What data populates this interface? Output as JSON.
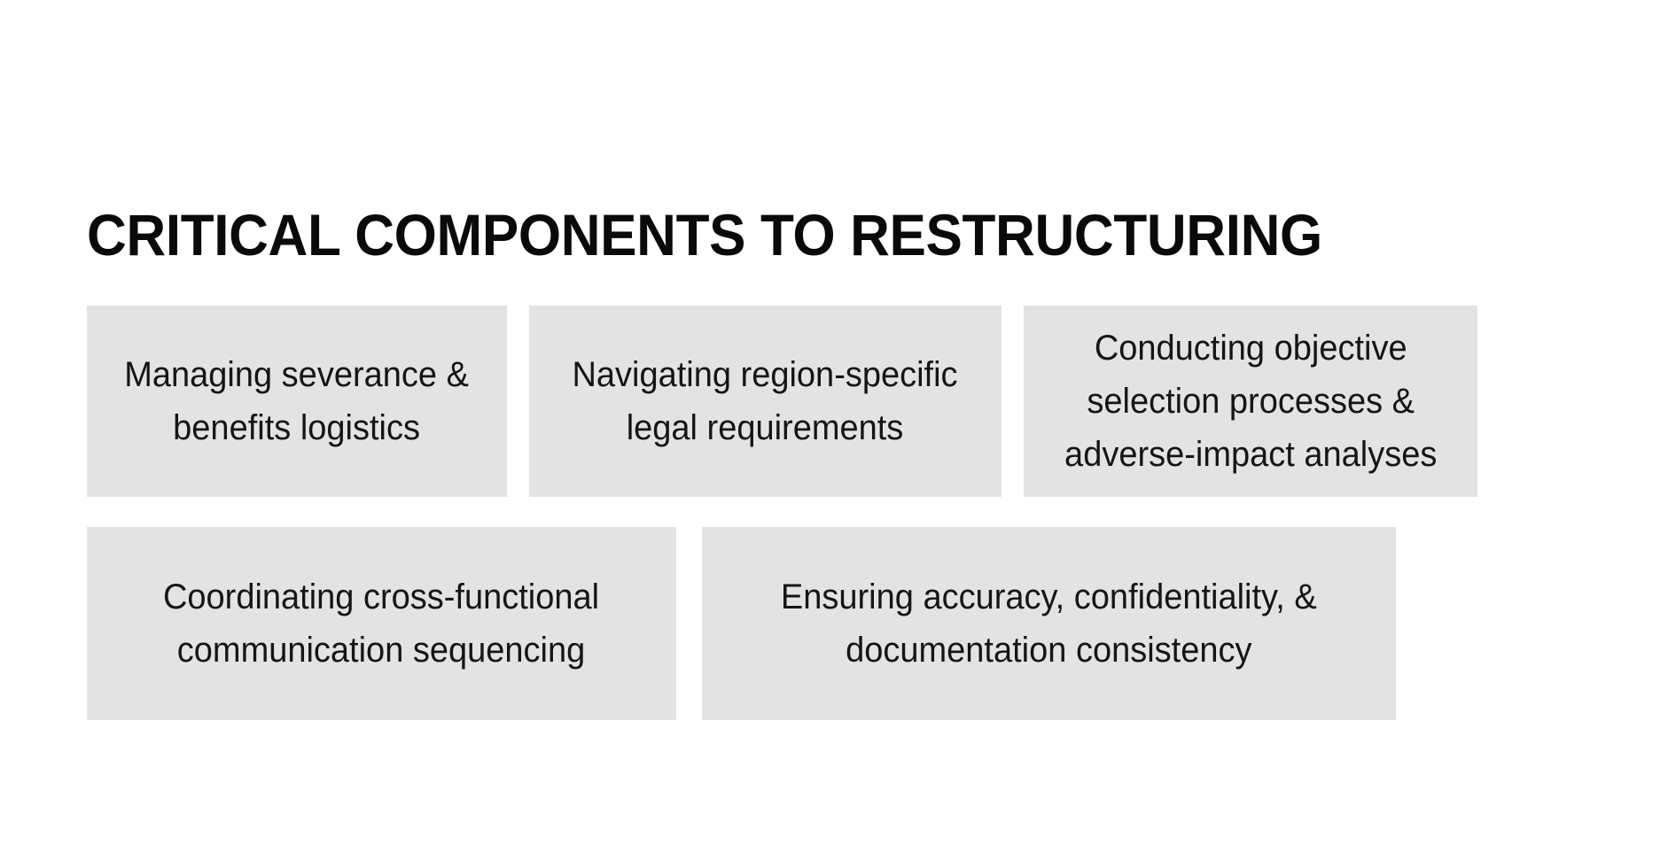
{
  "slide": {
    "background_color": "#ffffff",
    "title": "CRITICAL COMPONENTS TO RESTRUCTURING",
    "card_fill_color": "#e3e3e3",
    "text_color": "#151515",
    "title_color": "#0a0a0a"
  },
  "cards": [
    {
      "id": "managing-severance-benefits-logistics",
      "text": "Managing severance &\nbenefits logistics",
      "row": 1,
      "column": 1
    },
    {
      "id": "navigating-region-specific-legal-requirements",
      "text": "Navigating region-specific\nlegal requirements",
      "row": 1,
      "column": 2
    },
    {
      "id": "conducting-objective-selection-processes",
      "text": "Conducting objective\nselection processes &\nadverse-impact analyses",
      "row": 1,
      "column": 3
    },
    {
      "id": "coordinating-cross-functional-communication-sequencing",
      "text": "Coordinating cross-functional\ncommunication sequencing",
      "row": 2,
      "column": 1
    },
    {
      "id": "ensuring-accuracy-confidentiality-documentation-consistency",
      "text": "Ensuring accuracy, confidentiality, &\ndocumentation consistency",
      "row": 2,
      "column": 2
    }
  ]
}
